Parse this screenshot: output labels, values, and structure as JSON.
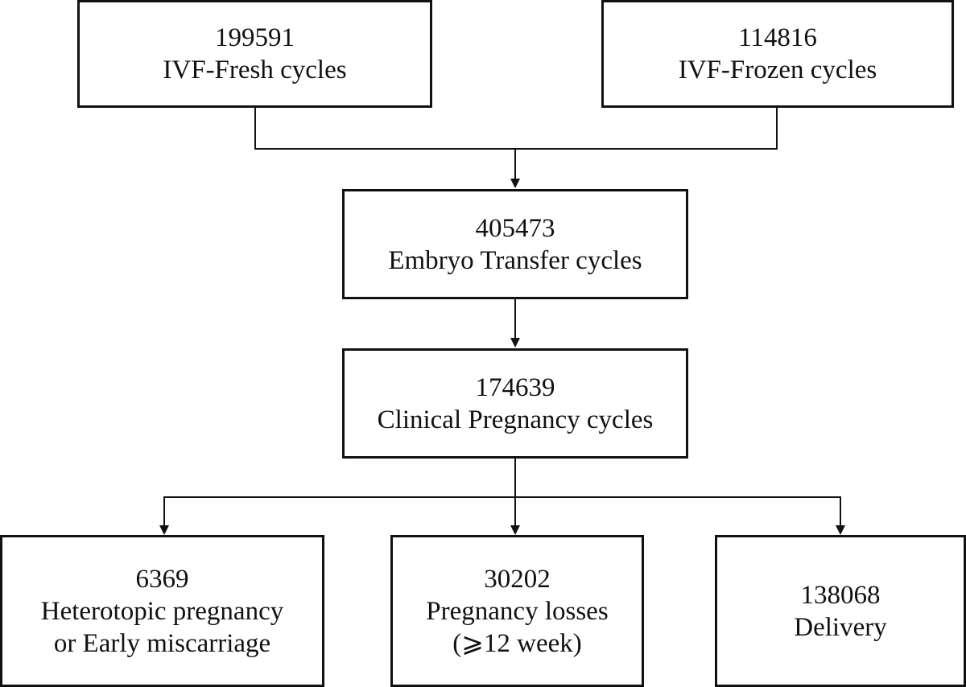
{
  "nodes": {
    "fresh": {
      "count": "199591",
      "lines": [
        "IVF-Fresh cycles"
      ]
    },
    "frozen": {
      "count": "114816",
      "lines": [
        "IVF-Frozen cycles"
      ]
    },
    "transfer": {
      "count": "405473",
      "lines": [
        "Embryo Transfer cycles"
      ]
    },
    "clinical": {
      "count": "174639",
      "lines": [
        "Clinical Pregnancy cycles"
      ]
    },
    "hetero": {
      "count": "6369",
      "lines": [
        "Heterotopic pregnancy",
        "or Early miscarriage"
      ]
    },
    "losses": {
      "count": "30202",
      "lines": [
        "Pregnancy losses",
        "(⩾12 week)"
      ]
    },
    "delivery": {
      "count": "138068",
      "lines": [
        "Delivery"
      ]
    }
  },
  "colors": {
    "stroke": "#111111",
    "background": "#ffffff"
  }
}
